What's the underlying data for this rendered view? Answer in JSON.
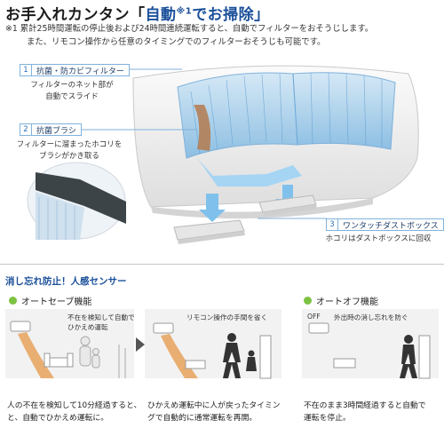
{
  "header": {
    "title_prefix": "お手入れカンタン「",
    "title_emph": "自動",
    "title_sup": "※1",
    "title_suffix": "でお掃除」",
    "note_line1": "※1 累計25時間運転の停止後および24時間連続運転すると、自動でフィルターをおそうじします。",
    "note_line2": "また、リモコン操作から任意のタイミングでのフィルターおそうじも可能です。"
  },
  "features": [
    {
      "num": "1",
      "label": "抗菌・防カビフィルター",
      "desc": [
        "フィルターのネット部が",
        "自動でスライド"
      ]
    },
    {
      "num": "2",
      "label": "抗菌ブラシ",
      "desc": [
        "フィルターに溜まったホコリを",
        "ブラシがかき取る"
      ]
    },
    {
      "num": "3",
      "label": "ワンタッチダストボックス",
      "desc": [
        "ホコリはダストボックスに回収"
      ]
    }
  ],
  "sensor": {
    "title": "消し忘れ防止！人感センサー",
    "auto_save": {
      "label": "オートセーブ機能",
      "bubble1": [
        "不在を検知して自動で",
        "ひかえめ運転"
      ],
      "bubble2": [
        "リモコン操作の手間を省く"
      ],
      "caption1": [
        "人の不在を検知して10分経過すると、",
        "と、自動でひかえめ運転に。"
      ],
      "caption2": [
        "ひかえめ運転中に人が戻ったタイミン",
        "グで自動的に通常運転を再開。"
      ]
    },
    "auto_off": {
      "label": "オートオフ機能",
      "off_label": "OFF",
      "bubble": [
        "外出時の消し忘れを防ぐ"
      ],
      "caption": [
        "不在のまま3時間経過すると自動で",
        "運転を停止。"
      ]
    }
  },
  "colors": {
    "accent_blue": "#1a4f9a",
    "callout_border": "#7fb2dd",
    "mode_dot": "#7cc242",
    "warm_air": "#e8a25a"
  }
}
